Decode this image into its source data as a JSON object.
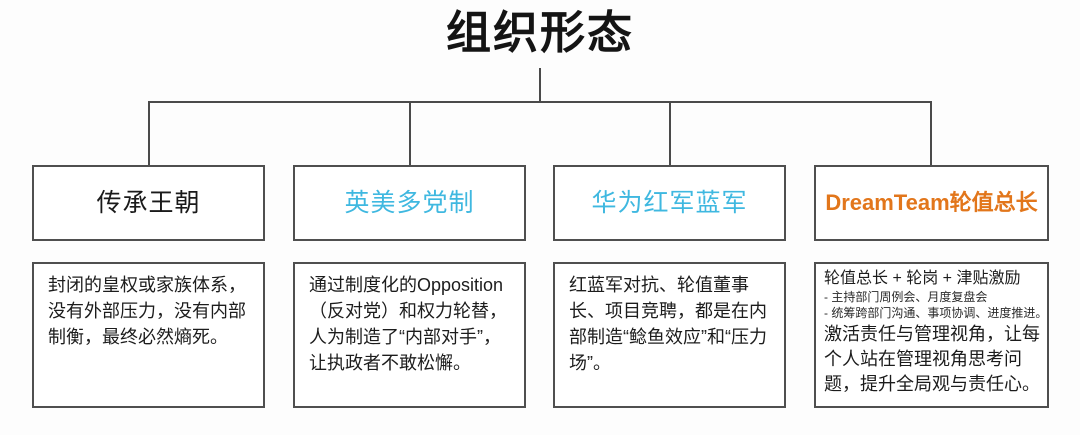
{
  "title": "组织形态",
  "connector": {
    "type": "org-chart-bus",
    "branch_count": 4,
    "line_color": "#4a4a4a"
  },
  "colors": {
    "heading_black": "#1a1a1a",
    "heading_cyan": "#3fb8e0",
    "heading_orange": "#e2761b",
    "border": "#4f4f4f",
    "background": "#fdfdfd"
  },
  "columns": [
    {
      "heading": "传承王朝",
      "heading_color": "#1a1a1a",
      "body": "封闭的皇权或家族体系，没有外部压力，没有内部制衡，最终必然熵死。"
    },
    {
      "heading": "英美多党制",
      "heading_color": "#3fb8e0",
      "body": "通过制度化的Opposition（反对党）和权力轮替，人为制造了“内部对手”，让执政者不敢松懈。"
    },
    {
      "heading": "华为红军蓝军",
      "heading_color": "#3fb8e0",
      "body": "红蓝军对抗、轮值董事长、项目竞聘，都是在内部制造“鲶鱼效应”和“压力场”。"
    },
    {
      "heading": "DreamTeam轮值总长",
      "heading_color": "#e2761b",
      "lead": "轮值总长 + 轮岗 + 津贴激励",
      "bullets": [
        "- 主持部门周例会、月度复盘会",
        "- 统筹跨部门沟通、事项协调、进度推进。"
      ],
      "tail": "激活责任与管理视角，让每个人站在管理视角思考问题，提升全局观与责任心。"
    }
  ]
}
